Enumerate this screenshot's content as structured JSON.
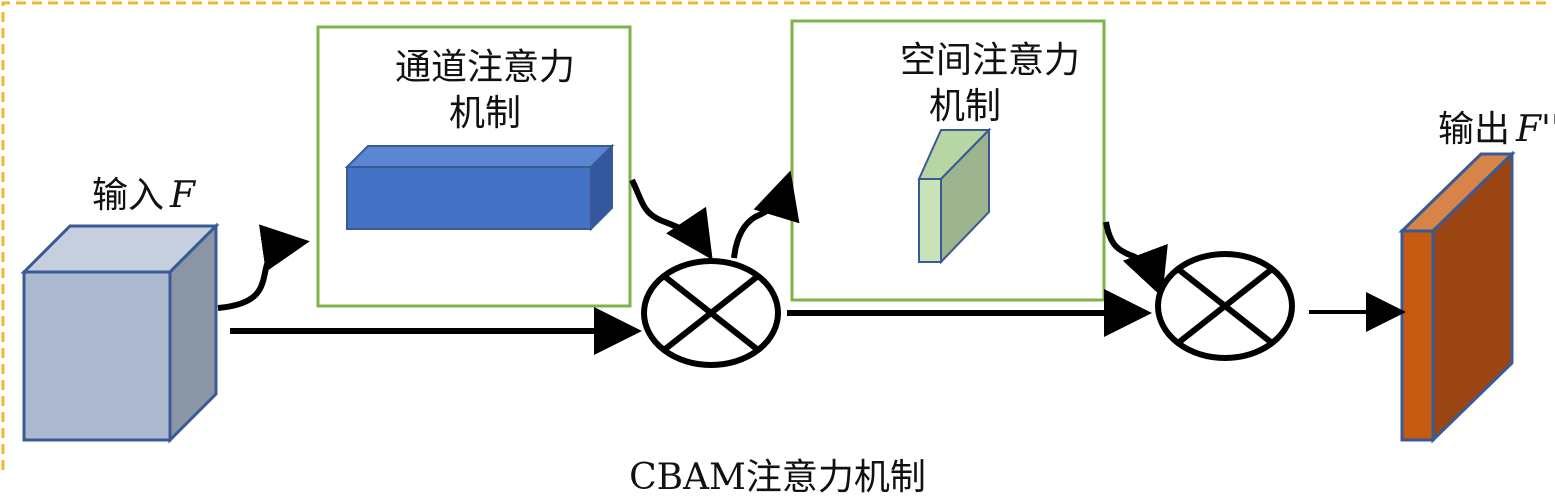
{
  "input": {
    "label": "输入",
    "var": "F"
  },
  "channel_module": {
    "line1": "通道注意力",
    "line2": "机制"
  },
  "spatial_module": {
    "line1": "空间注意力",
    "line2": "机制"
  },
  "output": {
    "label": "输出",
    "var": "F''"
  },
  "caption": "CBAM注意力机制",
  "colors": {
    "frame_dashed": "#f2b731",
    "module_border": "#7fb24d",
    "input_cube_front": "#adb9ce",
    "input_cube_top": "#c5cfde",
    "input_cube_side": "#8a96a6",
    "cube_edge": "#3a5a95",
    "channel_block_front": "#4472c4",
    "channel_block_top": "#5b86d1",
    "channel_block_side": "#3358a0",
    "spatial_block_front": "#c9e2b8",
    "spatial_block_side": "#9db48e",
    "output_block_front": "#c55a11",
    "output_block_top": "#d68448",
    "output_block_side": "#9b4512",
    "arrows": "#000000"
  }
}
